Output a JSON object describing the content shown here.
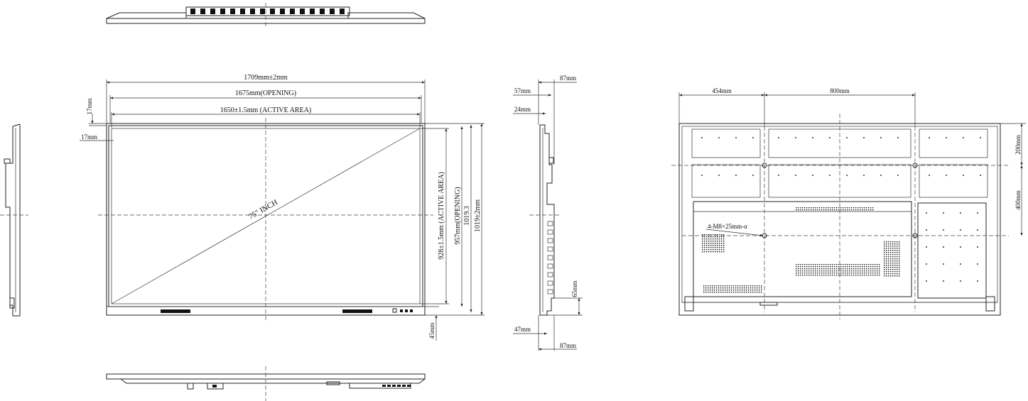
{
  "dimensions": {
    "overall_width": "1709mm±2mm",
    "opening_width": "1675mm(OPENING)",
    "active_width": "1650±1.5mm (ACTIVE AREA)",
    "top_bezel": "17mm",
    "side_bezel": "17mm",
    "diagonal": "75\" INCH",
    "active_height": "928±1.5mm (ACTIVE AREA)",
    "opening_height": "957mm(OPENING)",
    "height_1019_3": "1019.3",
    "overall_height": "1019±2mm",
    "bottom_bezel": "45mm"
  },
  "side_view": {
    "depth_top_total": "87mm",
    "depth_top_57": "57mm",
    "depth_24": "24mm",
    "bottom_65": "65mm",
    "bottom_47": "47mm",
    "depth_bottom_total": "87mm"
  },
  "rear_view": {
    "offset_left": "454mm",
    "vesa_horizontal": "800mm",
    "offset_top": "200mm",
    "vesa_vertical": "400mm",
    "mount_screws": "4-M8×25mm-α"
  }
}
